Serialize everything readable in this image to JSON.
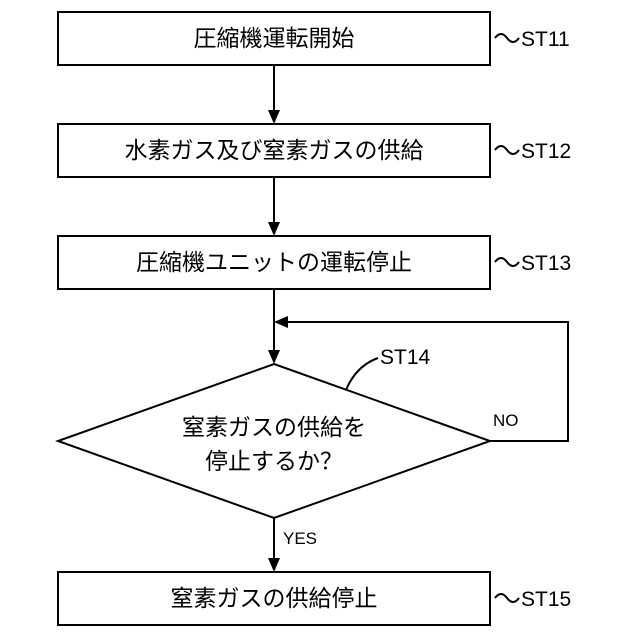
{
  "steps": [
    {
      "label": "圧縮機運転開始",
      "ref": "ST11"
    },
    {
      "label": "水素ガス及び窒素ガスの供給",
      "ref": "ST12"
    },
    {
      "label": "圧縮機ユニットの運転停止",
      "ref": "ST13"
    },
    {
      "label": "窒素ガスの供給停止",
      "ref": "ST15"
    }
  ],
  "decision": {
    "line1": "窒素ガスの供給を",
    "line2": "停止するか？",
    "ref": "ST14",
    "no_label": "NO",
    "yes_label": "YES"
  }
}
